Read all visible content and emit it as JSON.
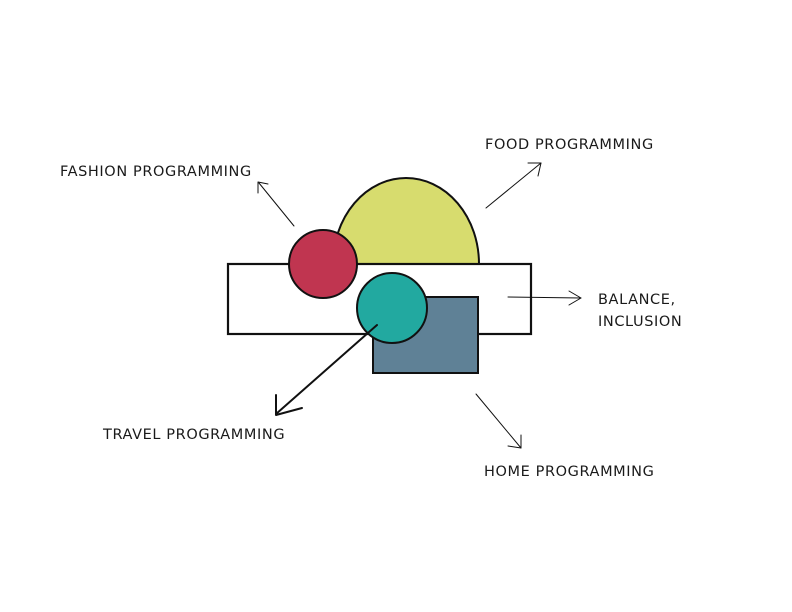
{
  "labels": {
    "fashion": "FASHION PROGRAMMING",
    "food": "FOOD PROGRAMMING",
    "balance_line1": "BALANCE,",
    "balance_line2": "INCLUSION",
    "travel": "TRAVEL PROGRAMMING",
    "home": "HOME PROGRAMMING"
  },
  "colors": {
    "food_semicircle": "#d7dc6e",
    "fashion_circle": "#c03550",
    "travel_circle": "#22a9a0",
    "home_square": "#5f8196",
    "outline": "#111111",
    "base_bar": "#ffffff"
  }
}
